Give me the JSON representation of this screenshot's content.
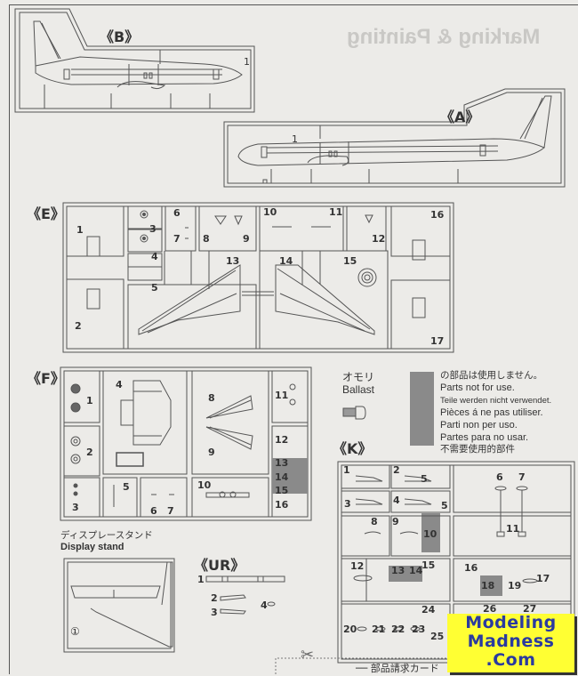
{
  "document": {
    "ghost_heading": "Marking & Painting"
  },
  "sprues": {
    "B": {
      "label": "《B》",
      "parts": [
        "1"
      ]
    },
    "A": {
      "label": "《A》",
      "parts": [
        "1"
      ]
    },
    "E": {
      "label": "《E》",
      "parts": [
        "1",
        "2",
        "3",
        "4",
        "5",
        "6",
        "7",
        "8",
        "9",
        "10",
        "11",
        "12",
        "13",
        "14",
        "15",
        "16",
        "17"
      ]
    },
    "F": {
      "label": "《F》",
      "parts": [
        "1",
        "2",
        "3",
        "4",
        "5",
        "6",
        "7",
        "8",
        "9",
        "10",
        "11",
        "12",
        "13",
        "14",
        "15",
        "16"
      ]
    },
    "K": {
      "label": "《K》",
      "parts": [
        "1",
        "2",
        "3",
        "4",
        "5",
        "5",
        "6",
        "7",
        "8",
        "9",
        "10",
        "11",
        "12",
        "13",
        "14",
        "15",
        "16",
        "17",
        "18",
        "19",
        "20",
        "21",
        "22",
        "23",
        "24",
        "25",
        "26",
        "27"
      ]
    },
    "UR": {
      "label": "《UR》",
      "parts": [
        "1",
        "2",
        "3",
        "4"
      ]
    }
  },
  "ballast": {
    "jp": "オモリ",
    "en": "Ballast"
  },
  "display_stand": {
    "jp": "ディスプレースタンド",
    "en": "Display stand",
    "part": "①"
  },
  "not_for_use": {
    "swatch_color": "#8a8a8a",
    "lines": [
      "の部品は使用しません。",
      "Parts not for use.",
      "Teile werden nicht verwendet.",
      "Pièces á ne pas utiliser.",
      "Parti non per uso.",
      "Partes para no usar.",
      "不需要使用的部件"
    ]
  },
  "parts_request": {
    "title": "部品請求カード"
  },
  "watermark": {
    "lines": [
      "Modeling",
      "Madness",
      ".Com"
    ],
    "bg_color": "#ffff33",
    "text_color": "#2a3aa0"
  },
  "colors": {
    "paper": "#ecebe8",
    "ink": "#444444",
    "unused_part": "#8a8a8a"
  }
}
